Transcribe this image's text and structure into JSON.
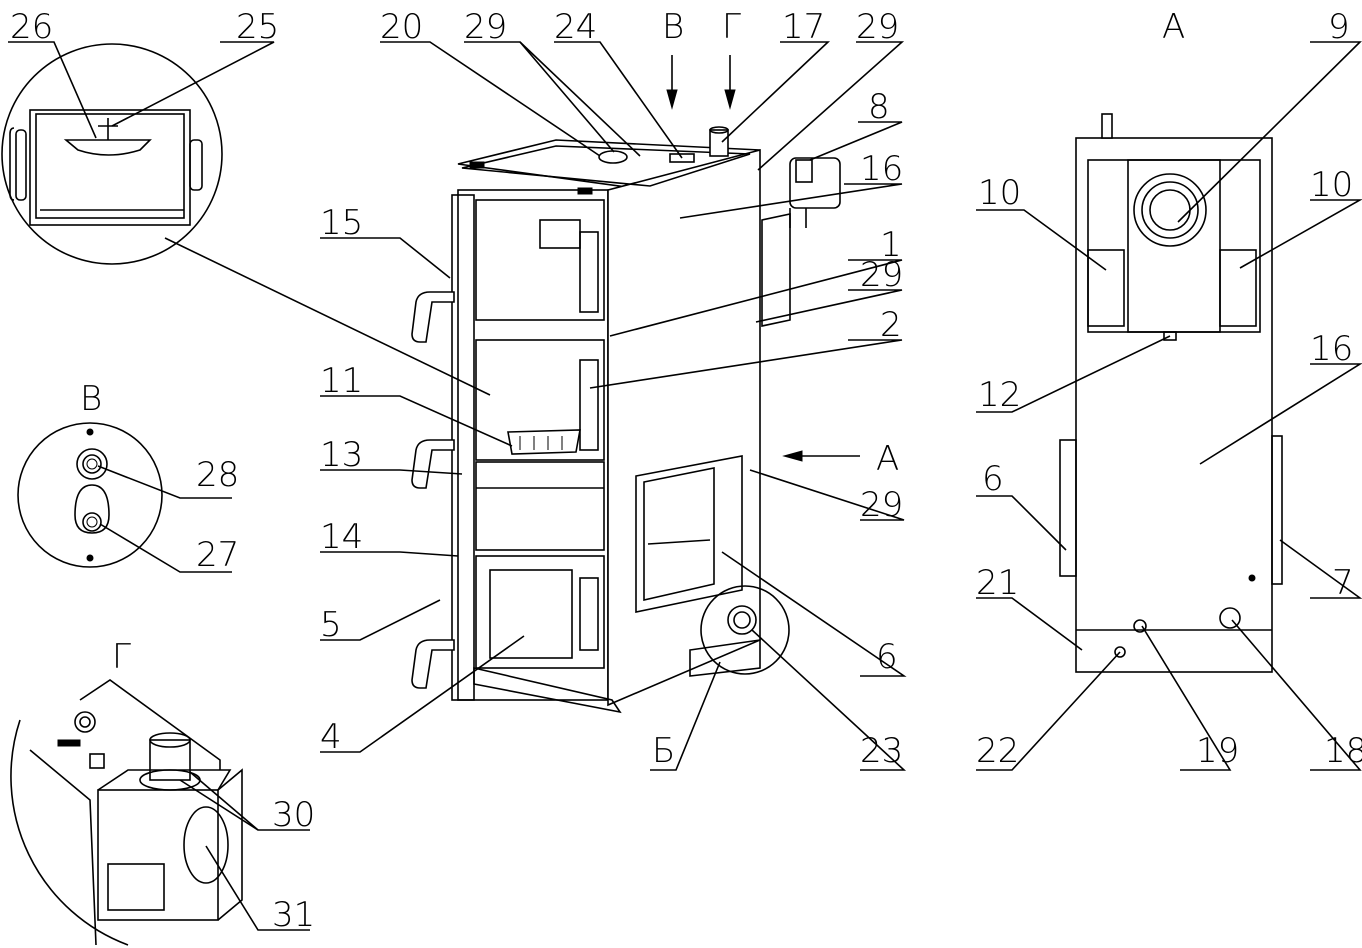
{
  "drawing": {
    "callouts": {
      "c1": "1",
      "c2": "2",
      "c4": "4",
      "c5": "5",
      "c6": "6",
      "c6b": "6",
      "c7": "7",
      "c8": "8",
      "c9": "9",
      "c10a": "10",
      "c10b": "10",
      "c11": "11",
      "c12": "12",
      "c13": "13",
      "c14": "14",
      "c15": "15",
      "c16": "16",
      "c16b": "16",
      "c17": "17",
      "c18": "18",
      "c19": "19",
      "c20": "20",
      "c21": "21",
      "c22": "22",
      "c23": "23",
      "c24": "24",
      "c25": "25",
      "c26": "26",
      "c27": "27",
      "c28": "28",
      "c29a": "29",
      "c29b": "29",
      "c29c": "29",
      "c29d": "29",
      "c30": "30",
      "c31": "31"
    },
    "view_labels": {
      "A_main": "A",
      "A_arrow": "A",
      "B_detail": "Б",
      "V_detail": "В",
      "V_arrow": "В",
      "G_detail": "Г",
      "G_arrow": "Г"
    }
  }
}
